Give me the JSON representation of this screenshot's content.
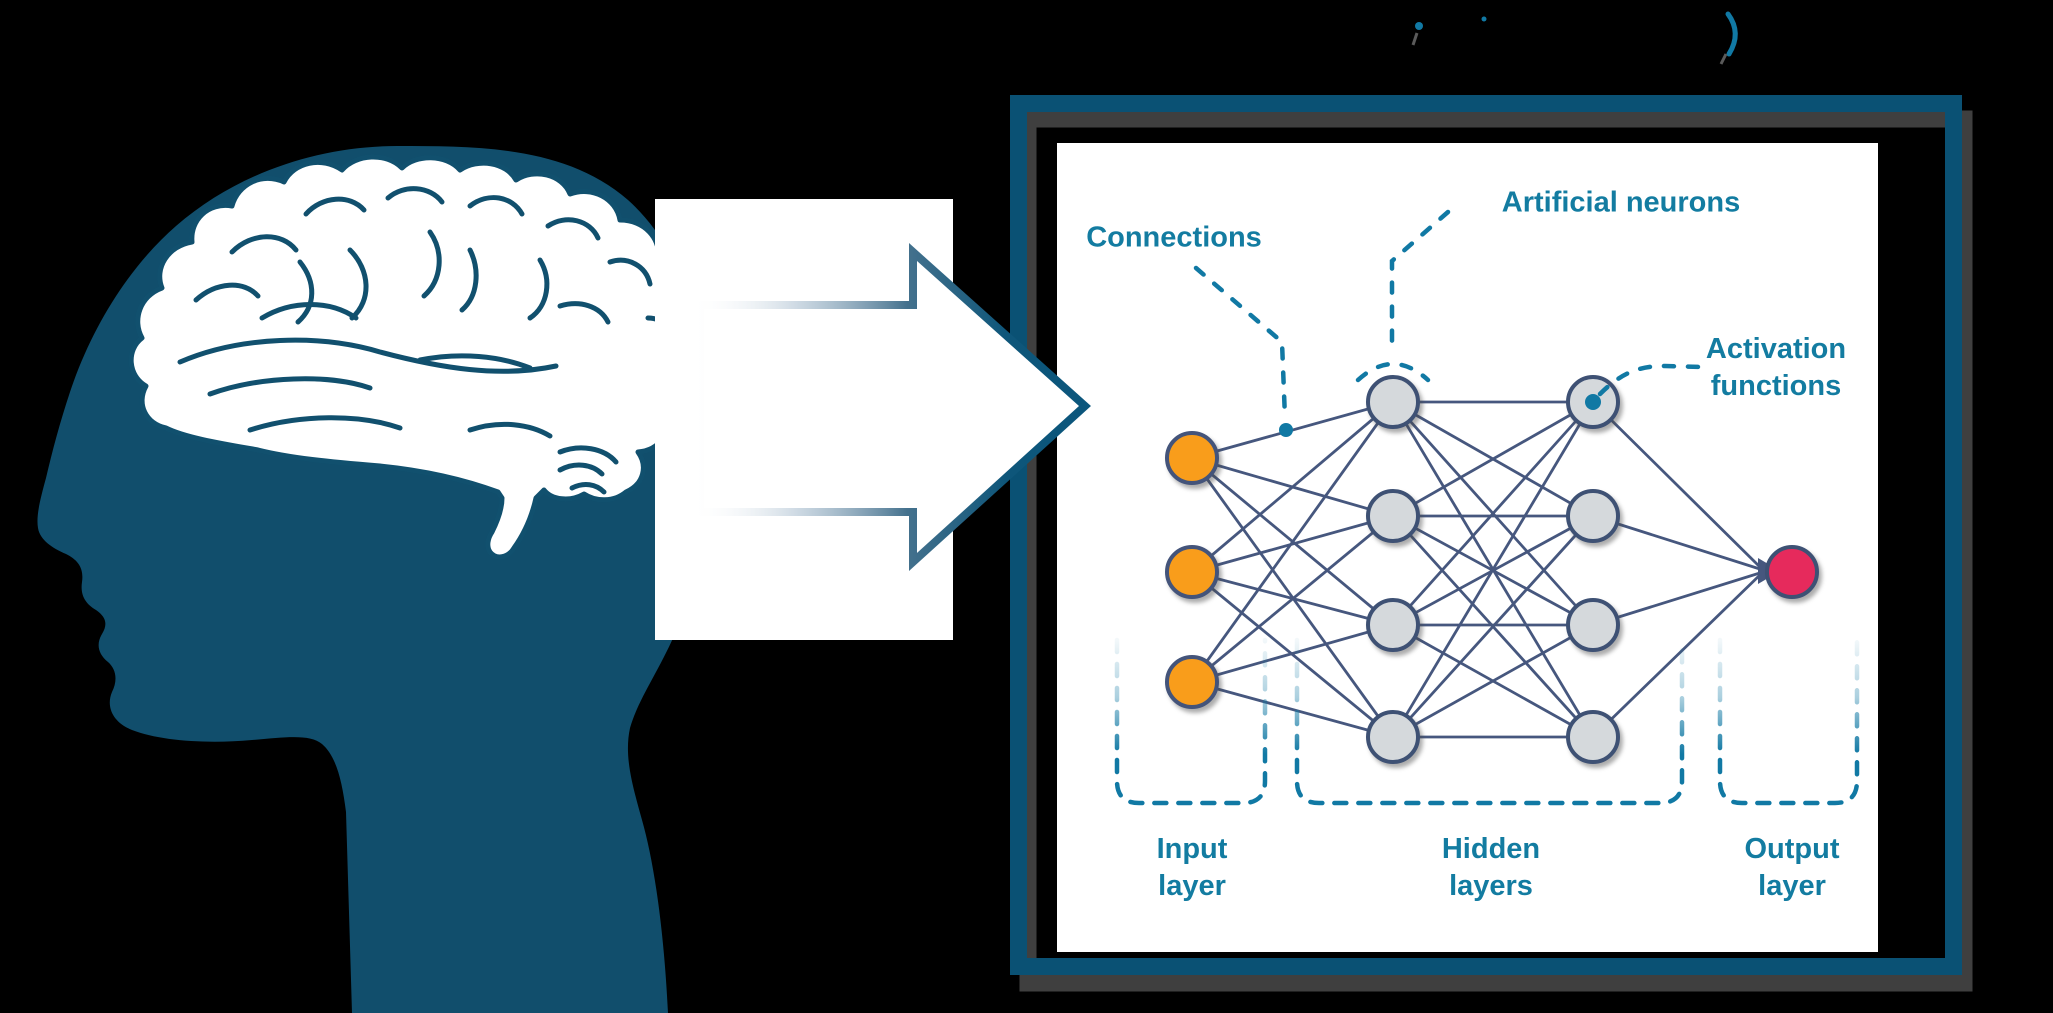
{
  "scene": {
    "background_color": "#000000",
    "description": "Infographic: human brain compared to an artificial neural network"
  },
  "head": {
    "kind": "human-head-profile-silhouette-facing-left",
    "silhouette_color": "#114E6C",
    "brain_fill": "#FFFFFF",
    "brain_outline_color": "#11506E"
  },
  "arrow": {
    "direction": "right",
    "fill": "#FFFFFF",
    "outline_gradient_end": "#0B567C"
  },
  "frame": {
    "border_color": "#0A5174",
    "shadow_color": "#3F3F3F",
    "card_color": "#FFFFFF"
  },
  "annotations": {
    "connections": "Connections",
    "artificial_neurons": "Artificial neurons",
    "activation": {
      "line1": "Activation",
      "line2": "functions"
    },
    "annotation_color": "#137CA1",
    "dash_color": "#1179A4"
  },
  "layers": {
    "input": {
      "line1": "Input",
      "line2": "layer",
      "node_count": 3,
      "node_color": "#F99D1B"
    },
    "hidden": {
      "line1": "Hidden",
      "line2": "layers",
      "layer_count": 2,
      "nodes_per_layer": 4,
      "node_color": "#D5D9DC"
    },
    "output": {
      "line1": "Output",
      "line2": "layer",
      "node_count": 1,
      "node_color": "#E62A5C"
    }
  },
  "network": {
    "structure": [
      3,
      4,
      4,
      1
    ],
    "edge_color": "#46577E",
    "node_border_color": "#3E5174",
    "fully_connected": true
  },
  "title_fragments": {
    "note": "faint leftover glyph marks of a mostly-erased title along the top edge",
    "glyphs": [
      "dot",
      "dot",
      ")"
    ]
  }
}
